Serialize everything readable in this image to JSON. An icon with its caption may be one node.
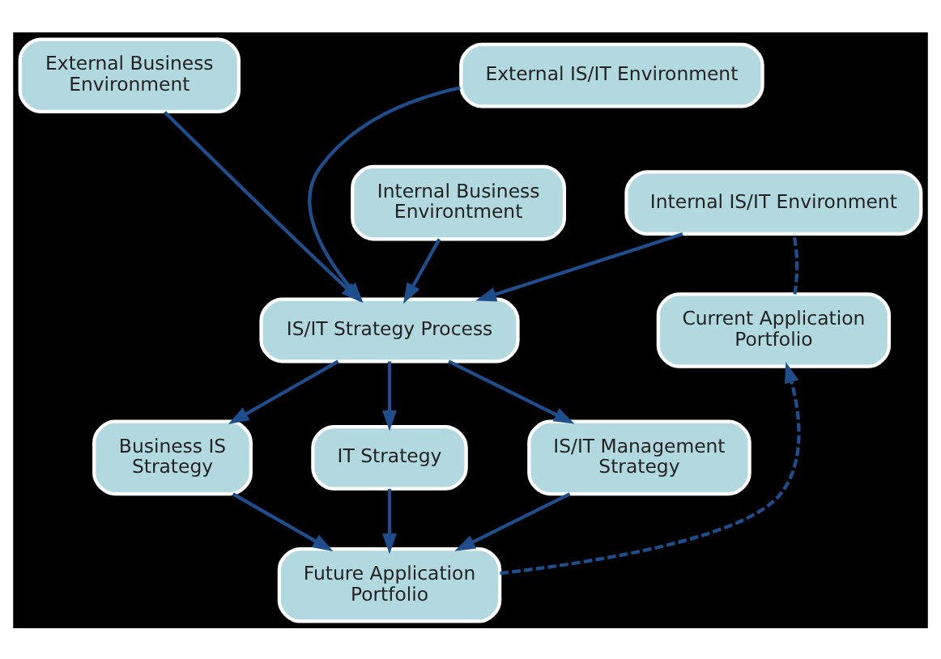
{
  "diagram": {
    "nodes": [
      {
        "text": [
          "External Business Environment"
        ]
      },
      {
        "text": [
          "External IS/IT Environment"
        ]
      },
      {
        "text": [
          "Internal Business Environtment"
        ]
      },
      {
        "text": [
          "Internal IS/IT Environment"
        ]
      },
      {
        "text": [
          "IS/IT Strategy Process"
        ]
      },
      {
        "text": [
          "Current Application Portfolio"
        ]
      },
      {
        "text": [
          "Business IS Strategy"
        ]
      },
      {
        "text": [
          "IT Strategy"
        ]
      },
      {
        "text": [
          "IS/IT Management Strategy"
        ]
      },
      {
        "text": [
          "Future Application Portfolio"
        ]
      }
    ],
    "edges": [
      {
        "from": 0,
        "to": 4,
        "arrow": "to"
      },
      {
        "from": 1,
        "to": 4,
        "arrow": "to"
      },
      {
        "from": 2,
        "to": 4,
        "arrow": "to"
      },
      {
        "from": 3,
        "to": 4,
        "arrow": "to"
      },
      {
        "from": 4,
        "to": 6,
        "arrow": "to"
      },
      {
        "from": 4,
        "to": 7,
        "arrow": "to"
      },
      {
        "from": 4,
        "to": 8,
        "arrow": "to"
      },
      {
        "from": 6,
        "to": 9,
        "arrow": "to"
      },
      {
        "from": 7,
        "to": 9,
        "arrow": "to"
      },
      {
        "from": 8,
        "to": 9,
        "arrow": "to"
      },
      {
        "from": 9,
        "to": 5,
        "arrow": "to",
        "style": "dashed"
      },
      {
        "from": 5,
        "to": 3,
        "arrow": "none",
        "style": "dashed"
      }
    ]
  }
}
